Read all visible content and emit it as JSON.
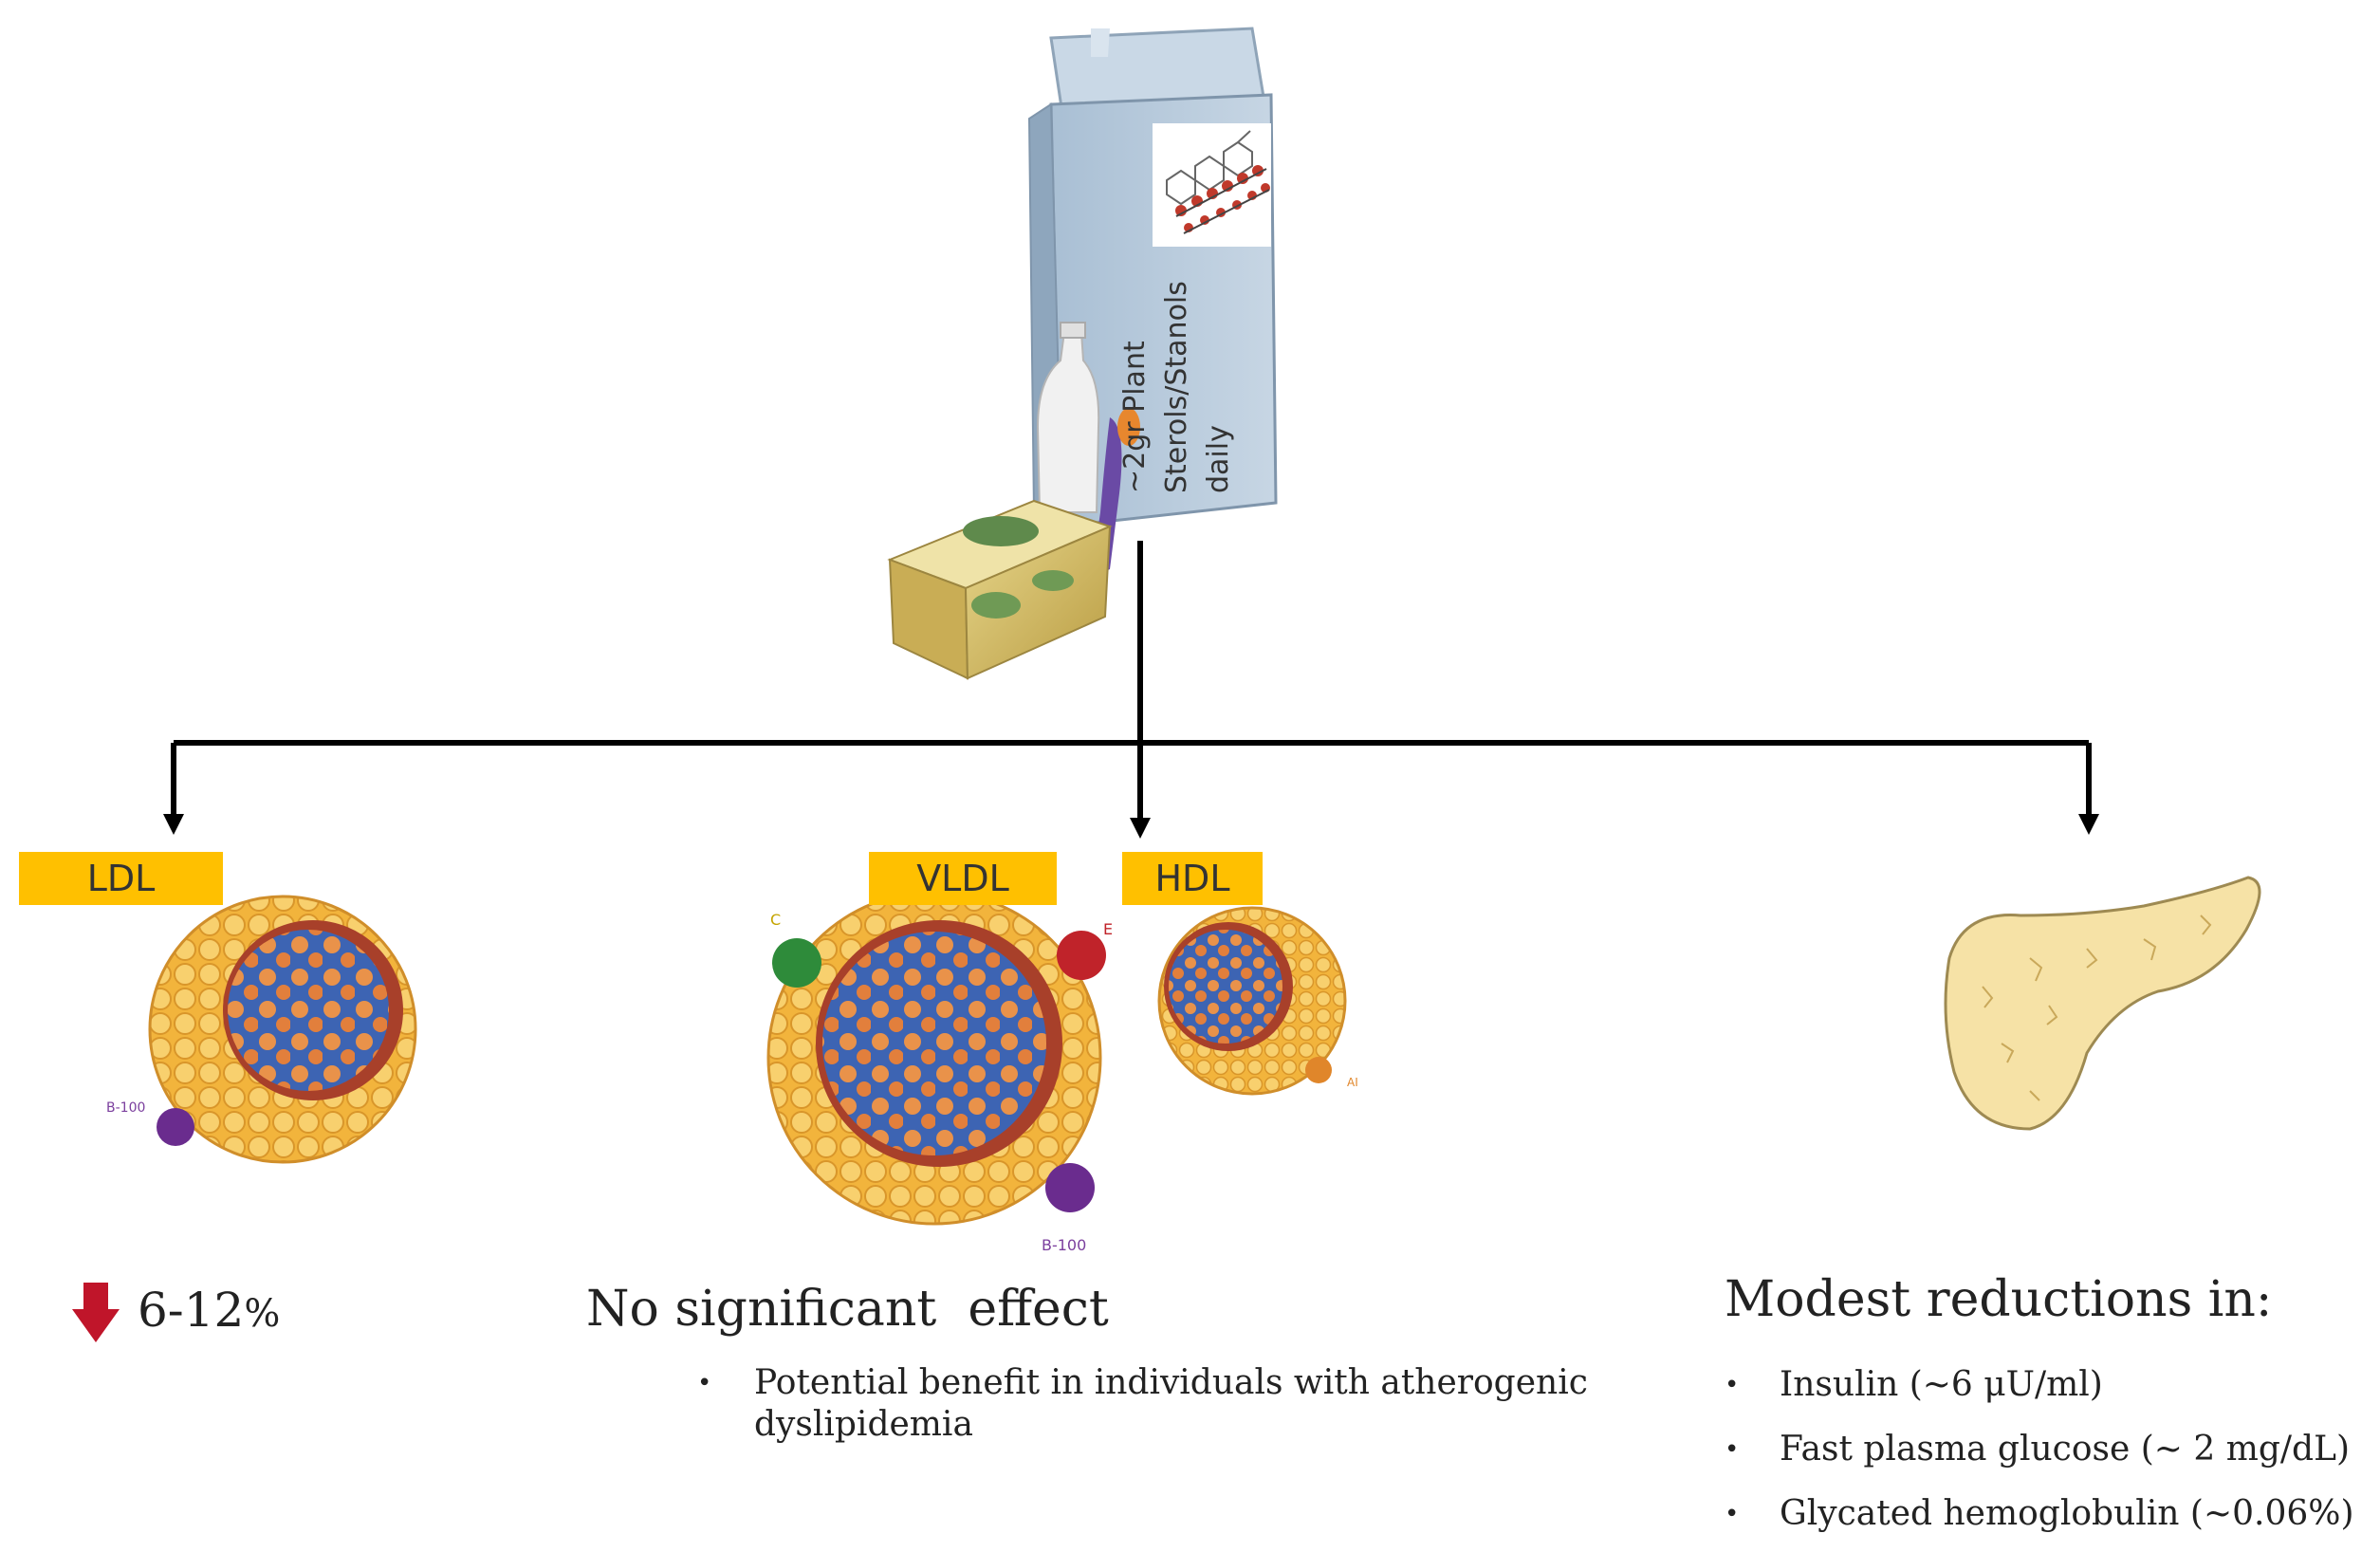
{
  "carton": {
    "text_lines": [
      "~2gr  Plant",
      "Sterols/Stanols",
      "daily"
    ]
  },
  "labels": {
    "ldl": "LDL",
    "vldl": "VLDL",
    "hdl": "HDL"
  },
  "apo": {
    "c": "C",
    "e": "E",
    "b100_ldl": "B-100",
    "b100_vldl": "B-100",
    "ai": "AI"
  },
  "ldl_effect": {
    "value": "6-12",
    "unit": "%"
  },
  "vldl_hdl_effect": {
    "title": "No significant  effect",
    "bullets": [
      "Potential benefit in individuals with atherogenic dyslipidemia"
    ]
  },
  "glycemic_effect": {
    "title": "Modest reductions in:",
    "bullets": [
      "Insulin (~6 μU/ml)",
      "Fast plasma glucose (~ 2 mg/dL)",
      "Glycated hemoglobulin (~0.06%)"
    ]
  },
  "colors": {
    "label_fill": "#ffc000",
    "arrow": "#000000",
    "down_arrow": "#c0152a",
    "carton": "#b5c9dc",
    "lipoprotein_shell": "#f3c04a",
    "lipoprotein_core": "#3a6fbf",
    "pancreas": "#f6e2a6"
  },
  "icons": {
    "product_illustration": "milk-carton-with-sterol-products",
    "ldl_illustration": "ldl-particle",
    "vldl_illustration": "vldl-particle",
    "hdl_illustration": "hdl-particle",
    "pancreas_illustration": "pancreas-organ",
    "reduction_marker": "down-arrow-icon"
  }
}
